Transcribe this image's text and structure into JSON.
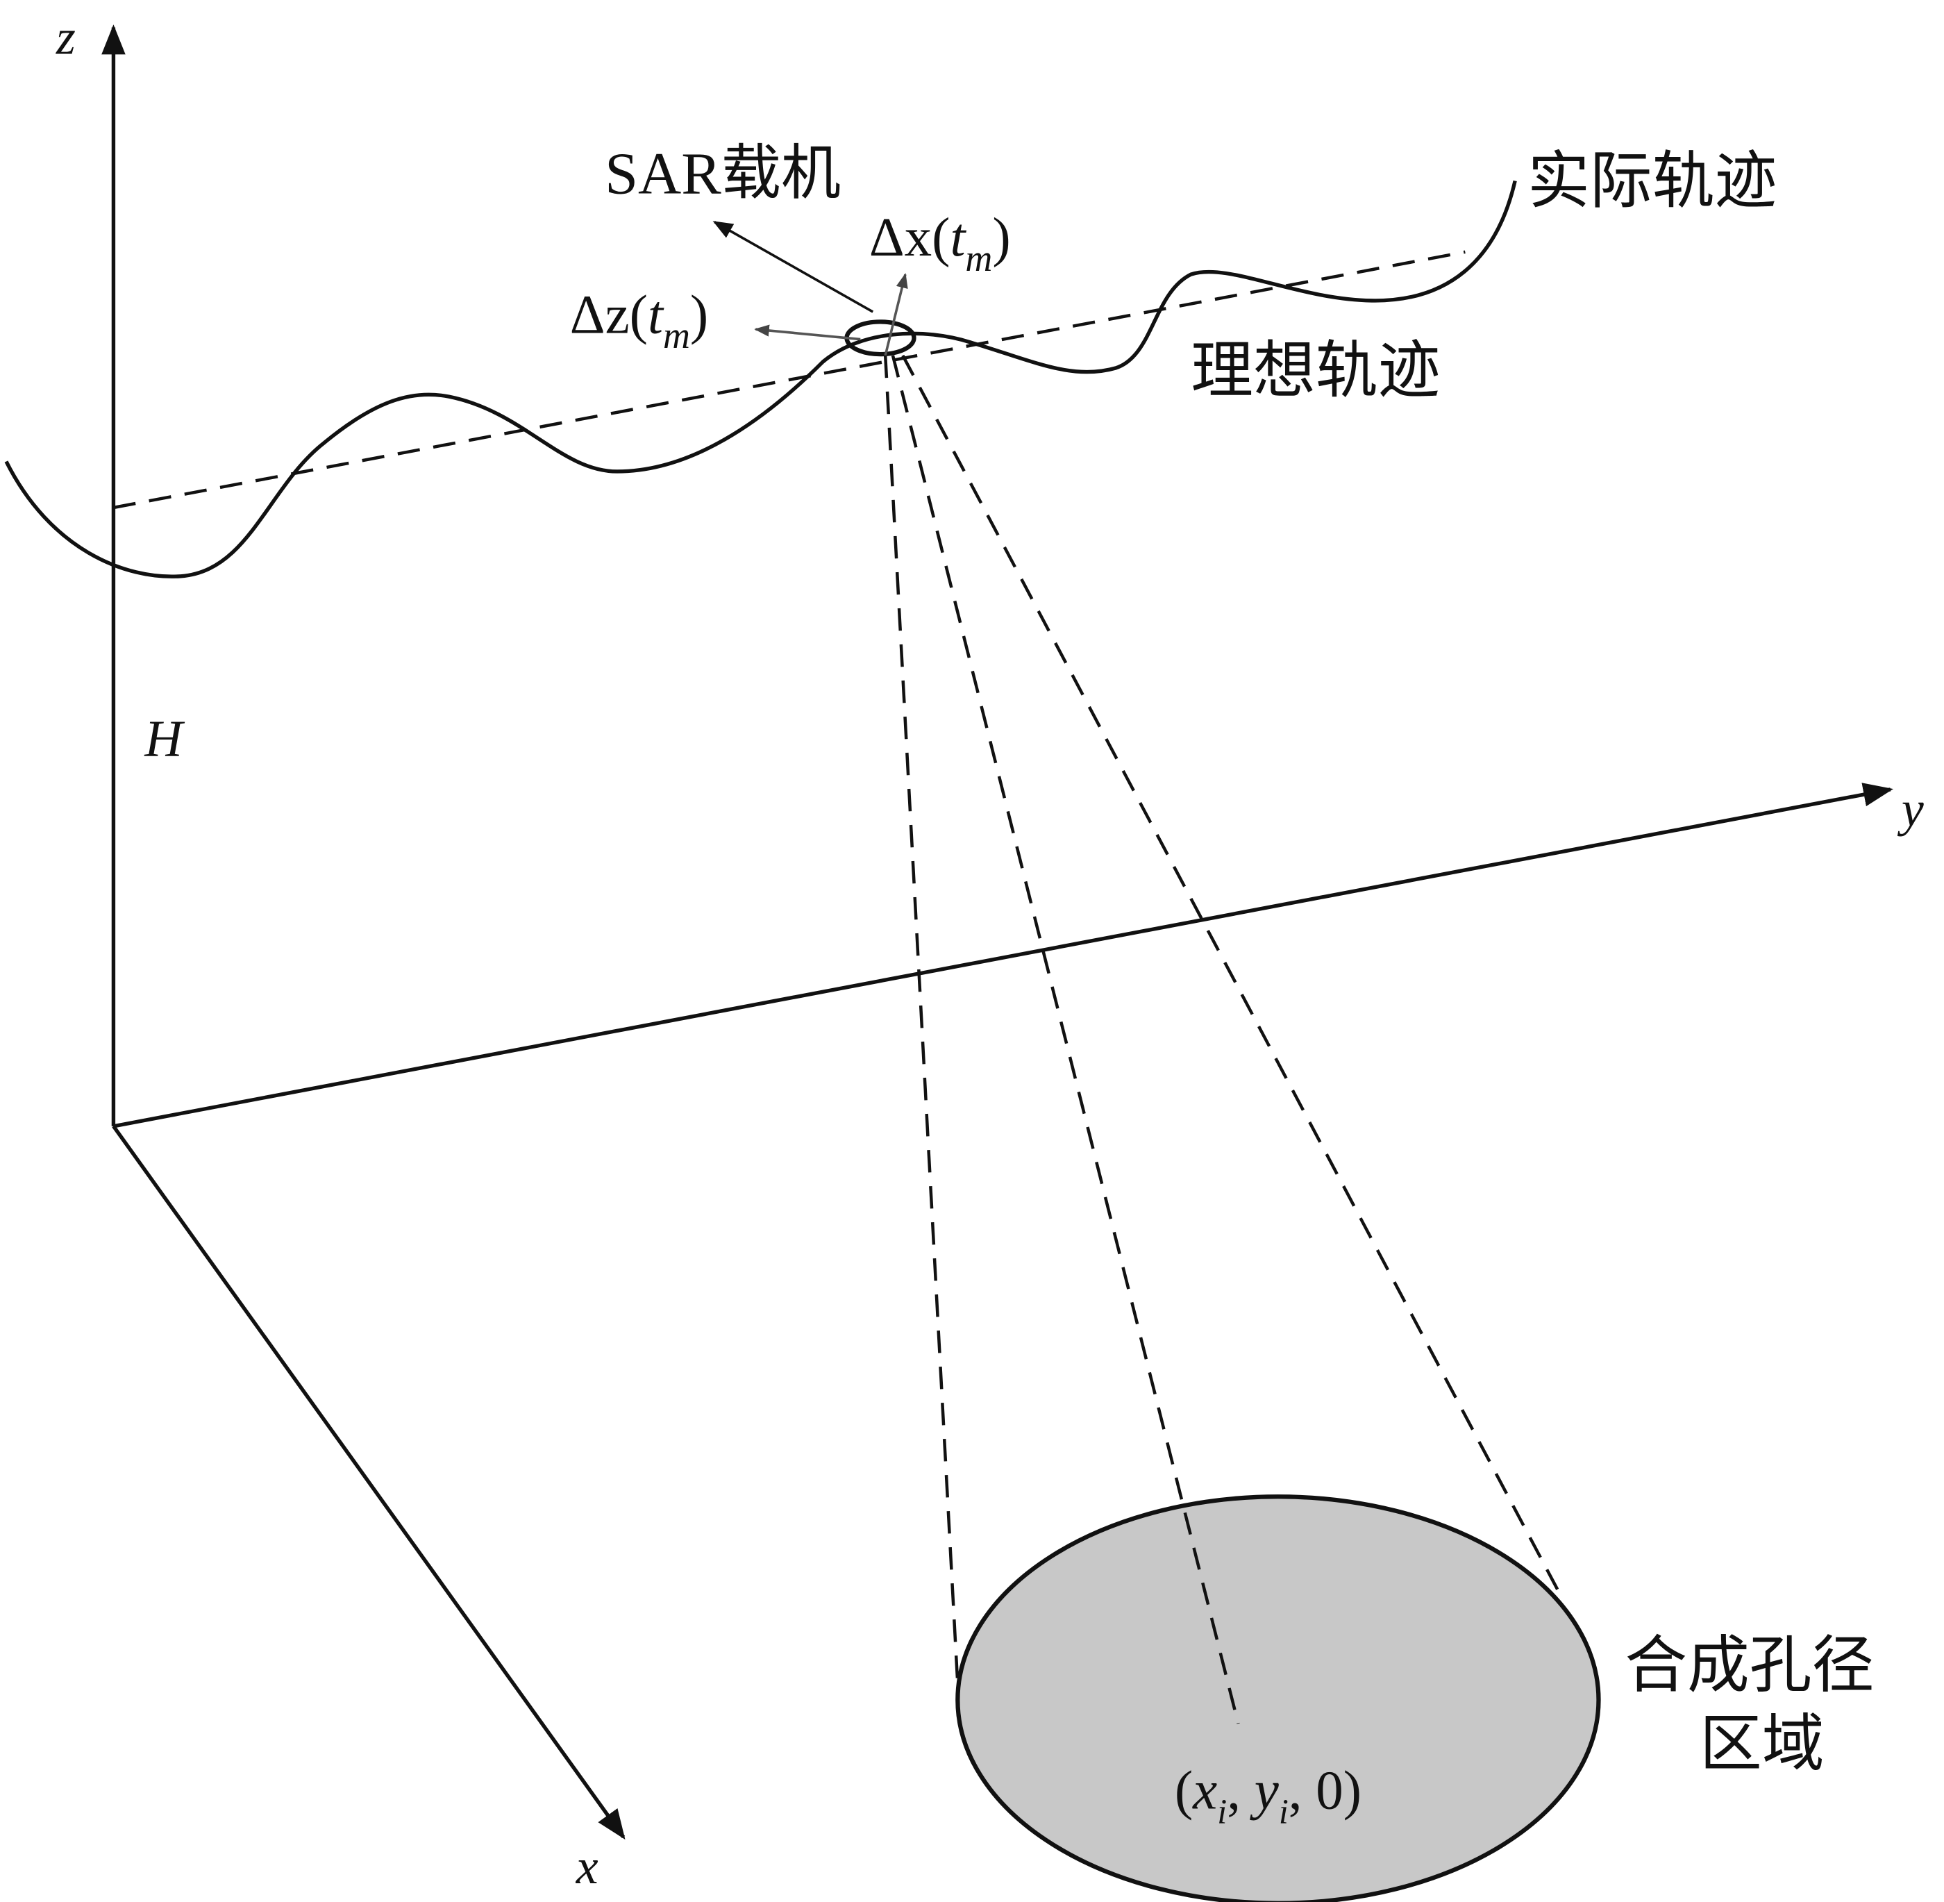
{
  "axes": {
    "z": "z",
    "y": "y",
    "x": "x",
    "height": "H"
  },
  "labels": {
    "aircraft": "SAR载机",
    "delta_x": {
      "symbol": "Δx(",
      "var": "t",
      "sub": "m",
      "close": ")"
    },
    "delta_z": {
      "symbol": "Δz(",
      "var": "t",
      "sub": "m",
      "close": ")"
    },
    "actual_trajectory": "实际轨迹",
    "ideal_trajectory": "理想轨迹",
    "aperture_line1": "合成孔径",
    "aperture_line2": "区域",
    "target_point": {
      "open": "(",
      "x": "x",
      "xsub": "i",
      "sep1": ", ",
      "y": "y",
      "ysub": "i",
      "rest": ", 0)"
    }
  },
  "colors": {
    "aperture_fill": "#c8c8c8",
    "stroke": "#111111"
  }
}
